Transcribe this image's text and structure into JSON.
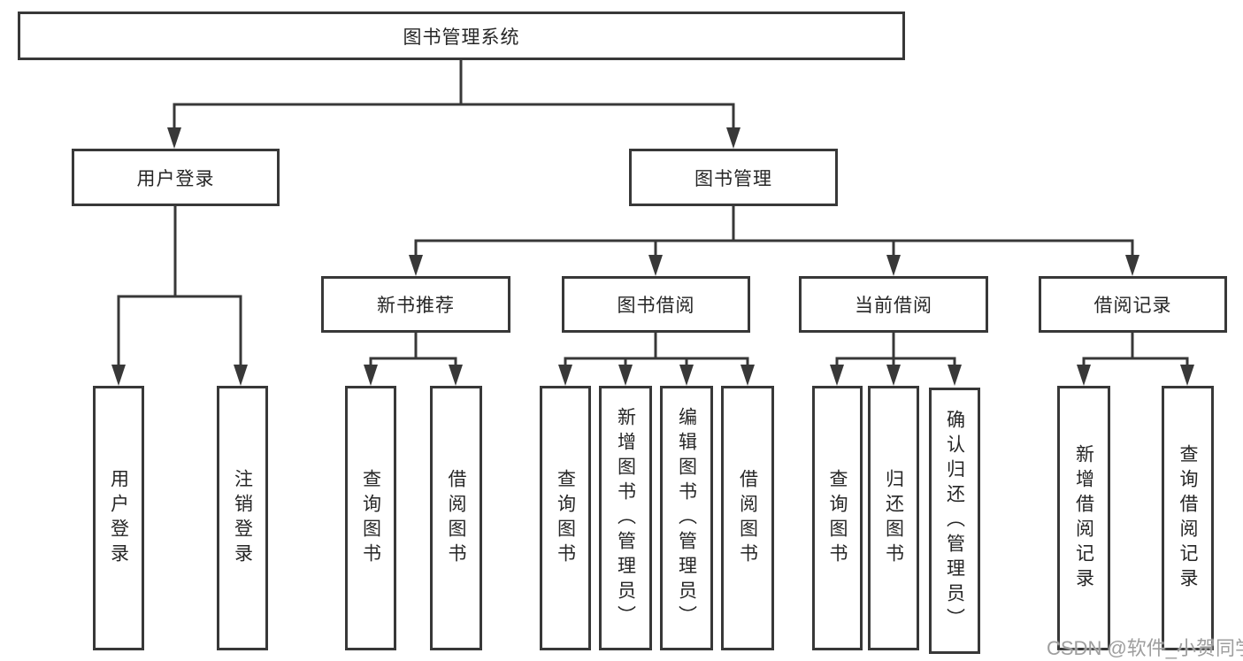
{
  "colors": {
    "line": "#383838",
    "text": "#262626",
    "watermark": "#9e9e9e",
    "background": "#ffffff"
  },
  "watermark": "CSDN @软件_小贺同学",
  "tree": {
    "root": {
      "label": "图书管理系统",
      "children": [
        {
          "label": "用户登录",
          "children": [
            {
              "label": "用户登录"
            },
            {
              "label": "注销登录"
            }
          ]
        },
        {
          "label": "图书管理",
          "children": [
            {
              "label": "新书推荐",
              "children": [
                {
                  "label": "查询图书"
                },
                {
                  "label": "借阅图书"
                }
              ]
            },
            {
              "label": "图书借阅",
              "children": [
                {
                  "label": "查询图书"
                },
                {
                  "label": "新增图书（管理员）"
                },
                {
                  "label": "编辑图书（管理员）"
                },
                {
                  "label": "借阅图书"
                }
              ]
            },
            {
              "label": "当前借阅",
              "children": [
                {
                  "label": "查询图书"
                },
                {
                  "label": "归还图书"
                },
                {
                  "label": "确认归还（管理员）"
                }
              ]
            },
            {
              "label": "借阅记录",
              "children": [
                {
                  "label": "新增借阅记录"
                },
                {
                  "label": "查询借阅记录"
                }
              ]
            }
          ]
        }
      ]
    }
  }
}
